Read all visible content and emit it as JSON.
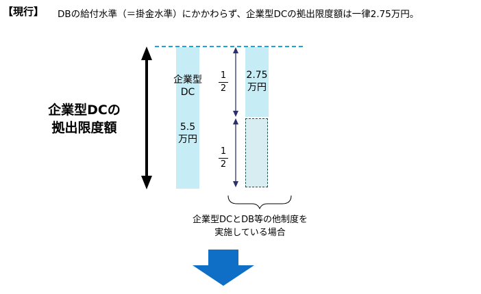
{
  "header": {
    "tag": "【現行】",
    "text": "DBの給付水準（＝掛金水準）にかかわらず、企業型DCの拠出限度額は一律2.75万円。"
  },
  "left_label": {
    "line1": "企業型DCの",
    "line2": "拠出限度額"
  },
  "left_bar": {
    "name_line1": "企業型",
    "name_line2": "DC",
    "amount_line1": "5.5",
    "amount_line2": "万円"
  },
  "right_bar": {
    "amount_line1": "2.75",
    "amount_line2": "万円"
  },
  "fractions": [
    {
      "numerator": "1",
      "denominator": "2"
    },
    {
      "numerator": "1",
      "denominator": "2"
    }
  ],
  "caption": {
    "line1": "企業型DCとDB等の他制度を",
    "line2": "実施している場合"
  },
  "colors": {
    "bar_fill": "#c6ecf6",
    "dashed_fill": "#d7edf1",
    "dashed_border": "#1f4c44",
    "guide_line": "#19a3d6",
    "dimension_arrow": "#2b2f6b",
    "down_arrow": "#0f6fc6"
  }
}
